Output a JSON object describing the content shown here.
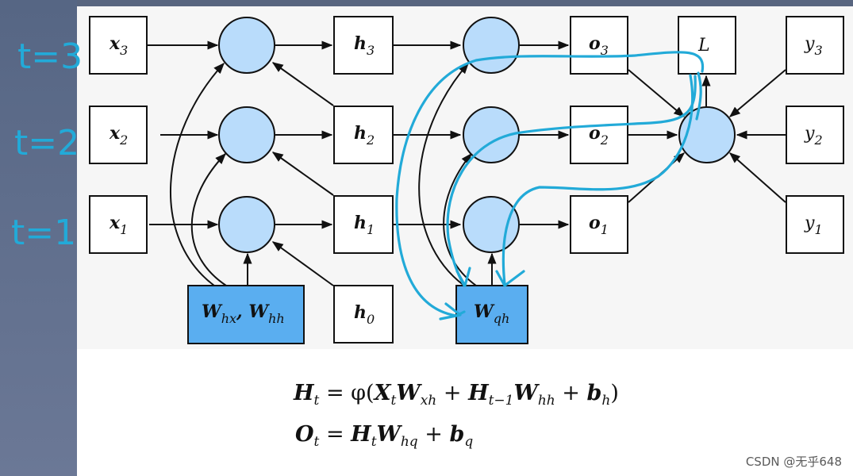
{
  "nodes": {
    "x3": {
      "base": "x",
      "sub": "3"
    },
    "x2": {
      "base": "x",
      "sub": "2"
    },
    "x1": {
      "base": "x",
      "sub": "1"
    },
    "h3": {
      "base": "h",
      "sub": "3"
    },
    "h2": {
      "base": "h",
      "sub": "2"
    },
    "h1": {
      "base": "h",
      "sub": "1"
    },
    "h0": {
      "base": "h",
      "sub": "0"
    },
    "o3": {
      "base": "o",
      "sub": "3"
    },
    "o2": {
      "base": "o",
      "sub": "2"
    },
    "o1": {
      "base": "o",
      "sub": "1"
    },
    "y3": {
      "base": "y",
      "sub": "3"
    },
    "y2": {
      "base": "y",
      "sub": "2"
    },
    "y1": {
      "base": "y",
      "sub": "1"
    },
    "L": {
      "base": "L"
    },
    "wh": {
      "w1": "W",
      "s1": "hx",
      "sep": ", ",
      "w2": "W",
      "s2": "hh"
    },
    "wq": {
      "w": "W",
      "s": "qh"
    }
  },
  "annotations": {
    "t3": "t=3",
    "t2": "t=2",
    "t1": "t=1"
  },
  "equations": {
    "eq1": {
      "H": "H",
      "t": "t",
      "eq": " = φ(",
      "X": "X",
      "xt": "t",
      "Wxh": "W",
      "sxh": "xh",
      "plus1": " + ",
      "H2": "H",
      "t1": "t−1",
      "Whh": "W",
      "shh": "hh",
      "plus2": " + ",
      "b": "b",
      "sb": "h",
      "close": ")"
    },
    "eq2": {
      "O": "O",
      "t": "t",
      "eq": " = ",
      "H": "H",
      "ht": "t",
      "W": "W",
      "sw": "hq",
      "plus": " + ",
      "b": "b",
      "sb": "q"
    }
  },
  "watermark": "CSDN @无乎648",
  "colors": {
    "node_fill": "#b9dcfb",
    "param_fill": "#5aaef0",
    "annotation": "#22aad8"
  }
}
